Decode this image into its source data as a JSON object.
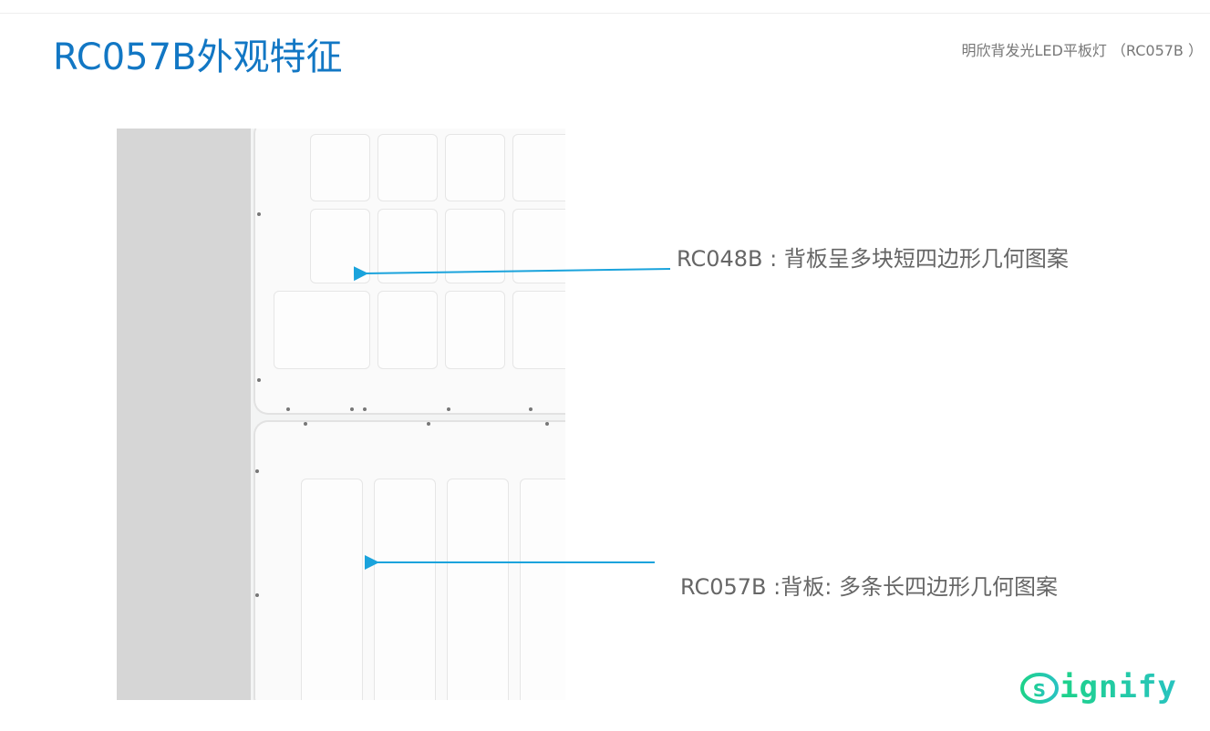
{
  "header": {
    "title": "RC057B外观特征",
    "subtitle": "明欣背发光LED平板灯 （RC057B ）"
  },
  "annotations": [
    {
      "text": "RC048B : 背板呈多块短四边形几何图案"
    },
    {
      "text": "RC057B :背板: 多条长四边形几何图案"
    }
  ],
  "logo": {
    "text": "signify"
  },
  "colors": {
    "title": "#1277c4",
    "arrow": "#1aa3dc",
    "logo": "#1ed28a"
  }
}
